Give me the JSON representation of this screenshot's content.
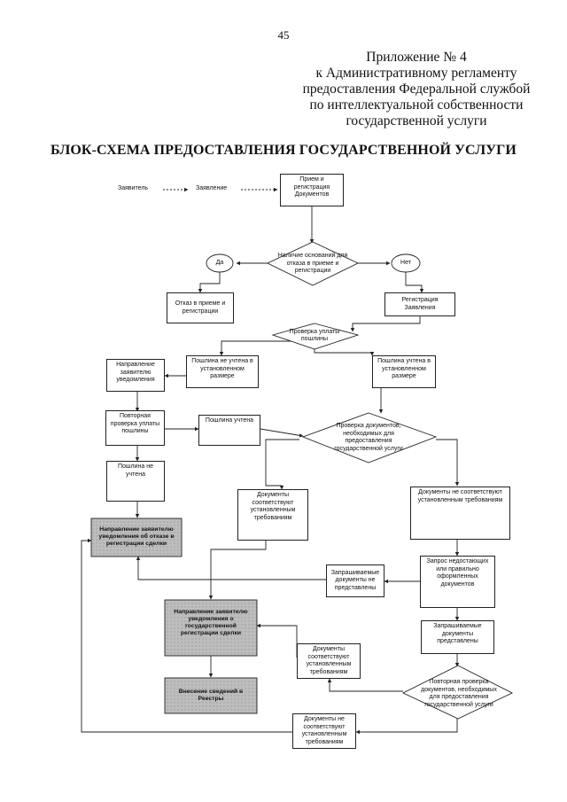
{
  "header": {
    "page_number": "45",
    "appendix_lines": [
      "Приложение № 4",
      "к Административному регламенту",
      "предоставления Федеральной службой",
      "по интеллектуальной собственности",
      "государственной услуги"
    ],
    "title": "БЛОК-СХЕМА ПРЕДОСТАВЛЕНИЯ ГОСУДАРСТВЕННОЙ УСЛУГИ"
  },
  "flowchart": {
    "applicant": "Заявитель",
    "application": "Заявление",
    "receipt": "Прием и регистрация Документов",
    "refusal_grounds": "Наличие оснований для отказа в приеме и регистрации",
    "yes": "Да",
    "no": "Нет",
    "refusal": "Отказ в приеме и регистрации",
    "registration": "Регистрация Заявления",
    "fee_check": "Проверка уплаты пошлины",
    "fee_not_counted": "Пошлина не учтена в установленном размере",
    "fee_counted_amount": "Пошлина учтена в установленном размере",
    "notify_applicant": "Направление заявителю уведомления",
    "repeat_fee_check": "Повторная проверка уплаты пошлины",
    "fee_counted": "Пошлина учтена",
    "fee_not_counted_short": "Пошлина не учтена",
    "doc_check": "Проверка документов, необходимых для предоставления государственной услуги",
    "docs_ok": "Документы соответствуют установленным требованиям",
    "docs_not_ok": "Документы не соответствуют установленным требованиям",
    "refusal_notice": "Направление заявителю уведомления об отказе в регистрации сделки",
    "request_missing": "Запрос недостающих или правильно оформленных документов",
    "requested_not_submitted": "Запрашиваемые документы не представлены",
    "requested_submitted": "Запрашиваемые документы представлены",
    "registration_notice": "Направление заявителю уведомления о государственной регистрации сделки",
    "docs_ok_2": "Документы соответствуют установленным требованиям",
    "repeat_doc_check": "Повторная проверка документов, необходимых для предоставления государственной услуги",
    "registry_entry": "Внесение сведений в Реестры",
    "docs_not_ok_2": "Документы не соответствуют установленным требованиям"
  }
}
